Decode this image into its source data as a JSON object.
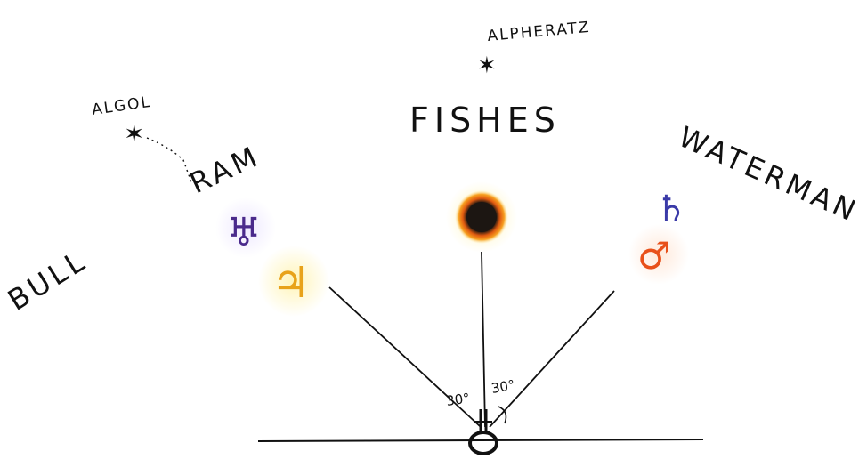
{
  "constellations": {
    "bull": "BULL",
    "ram": "RAM",
    "fishes": "FISHES",
    "waterman": "WATERMAN"
  },
  "stars": {
    "algol": "ALGOL",
    "alpheratz": "ALPHERATZ"
  },
  "planets": {
    "uranus": {
      "symbol": "♅",
      "color": "#4a2a8c"
    },
    "jupiter": {
      "symbol": "♃",
      "color": "#e8a21a"
    },
    "saturn": {
      "symbol": "♄",
      "color": "#3a3aa8"
    },
    "mars": {
      "symbol": "♂",
      "color": "#e8501a"
    }
  },
  "sun": {
    "color": "#e8701a"
  },
  "angles": {
    "left": "30°",
    "right": "30°"
  }
}
